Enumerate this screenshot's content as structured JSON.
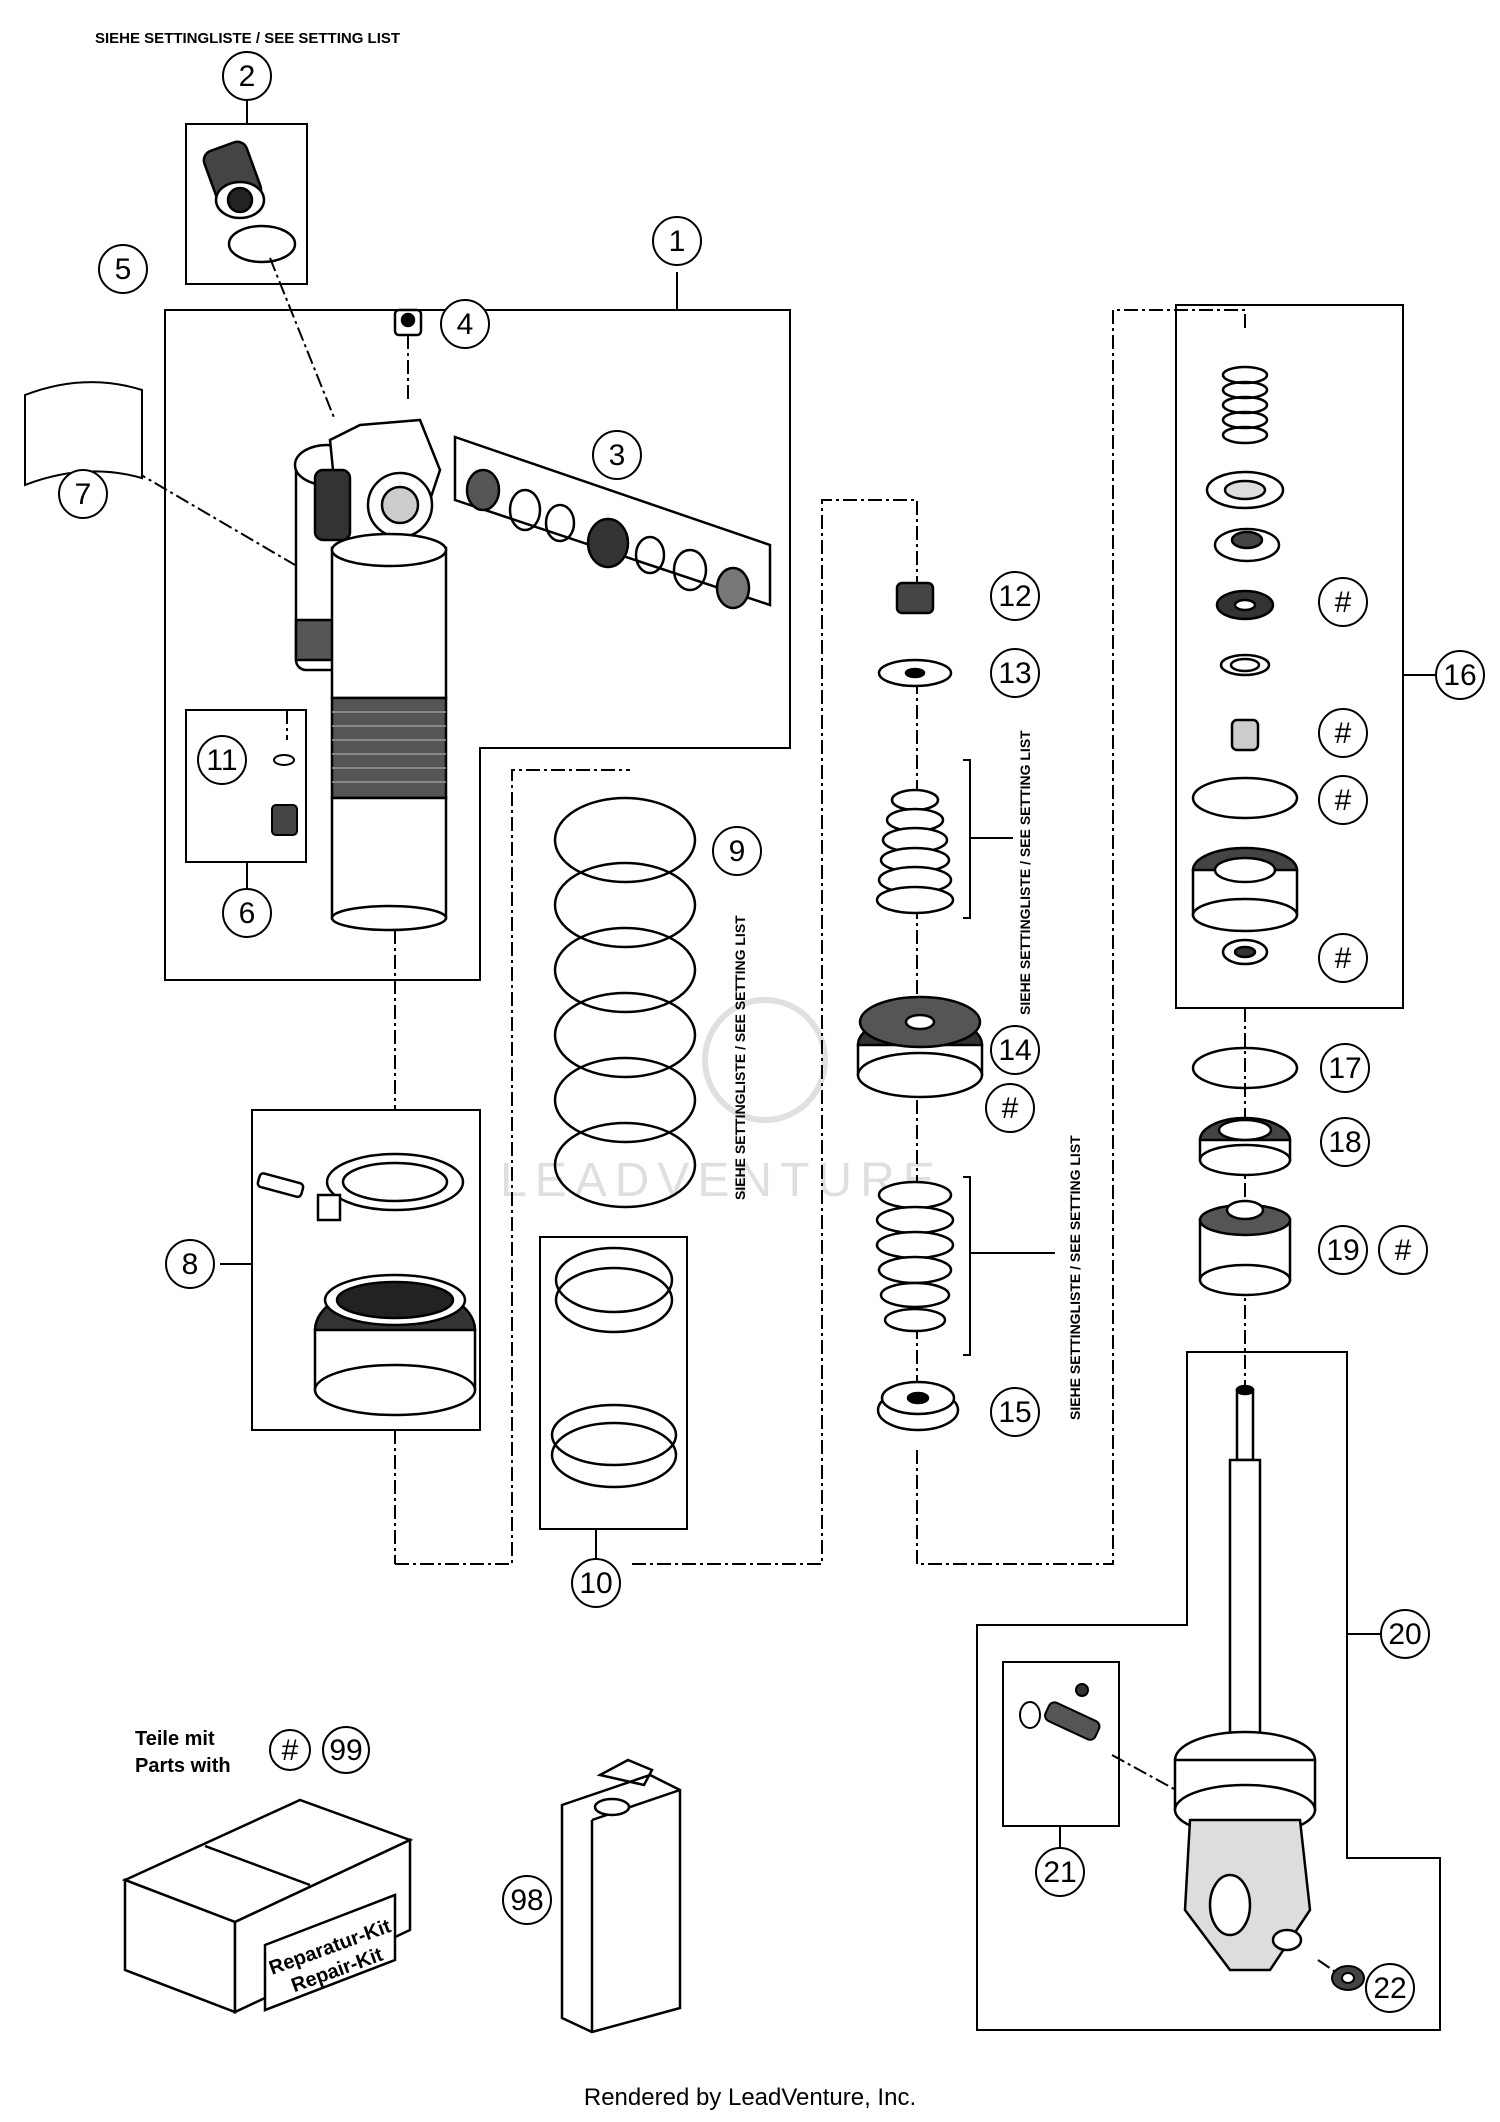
{
  "header": {
    "setting_note": "SIEHE SETTINGLISTE / SEE SETTING LIST"
  },
  "vertical_notes": {
    "spring": "SIEHE SETTINGLISTE / SEE SETTING LIST",
    "upper_stack": "SIEHE SETTINGLISTE / SEE SETTING LIST",
    "lower_stack": "SIEHE SETTINGLISTE / SEE SETTING LIST"
  },
  "callouts": {
    "c1": "1",
    "c2": "2",
    "c3": "3",
    "c4": "4",
    "c5": "5",
    "c6": "6",
    "c7": "7",
    "c8": "8",
    "c9": "9",
    "c10": "10",
    "c11": "11",
    "c12": "12",
    "c13": "13",
    "c14": "14",
    "c15": "15",
    "c16": "16",
    "c17": "17",
    "c18": "18",
    "c19": "19",
    "c20": "20",
    "c21": "21",
    "c22": "22",
    "c98": "98",
    "c99": "99"
  },
  "hash_symbol": "#",
  "legend": {
    "line1": "Teile mit",
    "line2": "Parts with"
  },
  "kit_box": {
    "line1": "Reparatur-Kit",
    "line2": "Repair-Kit"
  },
  "watermark": "LEADVENTURE",
  "footer": "Rendered by LeadVenture, Inc."
}
